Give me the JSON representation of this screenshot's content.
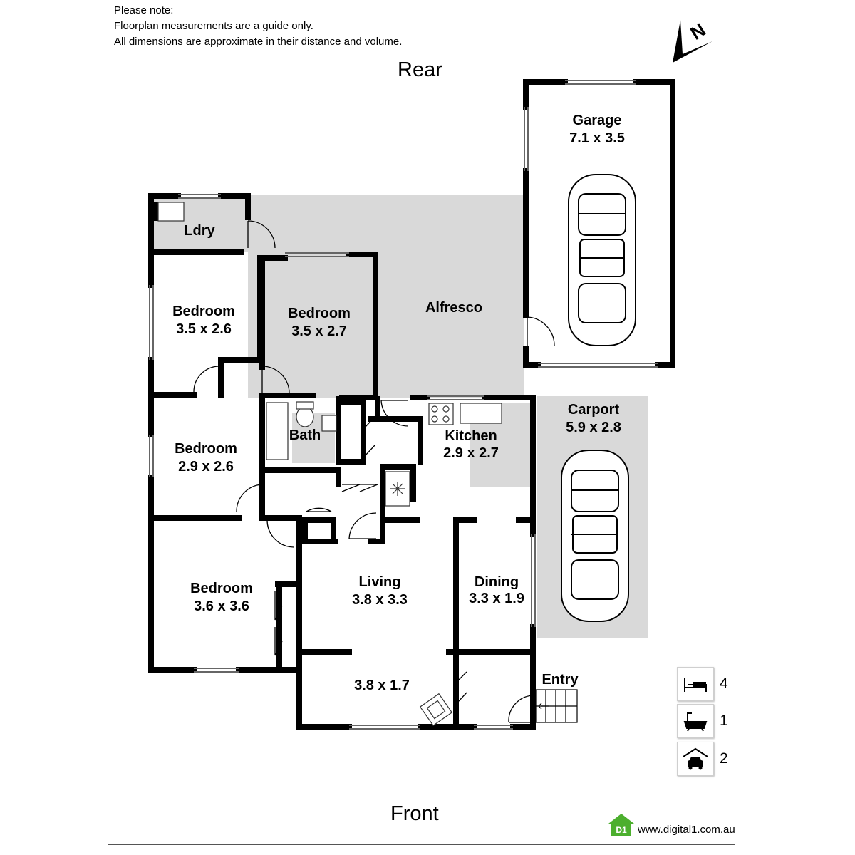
{
  "notes": [
    "Please note:",
    "Floorplan measurements are a guide only.",
    "All dimensions are approximate in their distance and volume."
  ],
  "orientation": {
    "rear": "Rear",
    "front": "Front",
    "north": "N"
  },
  "rooms": {
    "garage": {
      "name": "Garage",
      "dims": "7.1 x 3.5"
    },
    "ldry": {
      "name": "Ldry"
    },
    "bed1": {
      "name": "Bedroom",
      "dims": "3.5 x 2.6"
    },
    "bed2": {
      "name": "Bedroom",
      "dims": "3.5 x 2.7"
    },
    "alfresco": {
      "name": "Alfresco"
    },
    "carport": {
      "name": "Carport",
      "dims": "5.9 x 2.8"
    },
    "bath": {
      "name": "Bath"
    },
    "kitchen": {
      "name": "Kitchen",
      "dims": "2.9 x 2.7"
    },
    "bed3": {
      "name": "Bedroom",
      "dims": "2.9 x 2.6"
    },
    "bed4": {
      "name": "Bedroom",
      "dims": "3.6 x 3.6"
    },
    "living": {
      "name": "Living",
      "dims": "3.8 x 3.3"
    },
    "dining": {
      "name": "Dining",
      "dims": "3.3 x 1.9"
    },
    "front_room": {
      "dims": "3.8 x 1.7"
    },
    "entry": {
      "name": "Entry"
    }
  },
  "legend": [
    {
      "icon": "bed-icon",
      "count": "4"
    },
    {
      "icon": "bath-icon",
      "count": "1"
    },
    {
      "icon": "car-garage-icon",
      "count": "2"
    }
  ],
  "brand": {
    "logo": "D1",
    "website": "www.digital1.com.au",
    "color": "#4caf2e"
  },
  "colors": {
    "wall": "#000000",
    "outdoor": "#d9d9d9",
    "window": "#777777"
  }
}
